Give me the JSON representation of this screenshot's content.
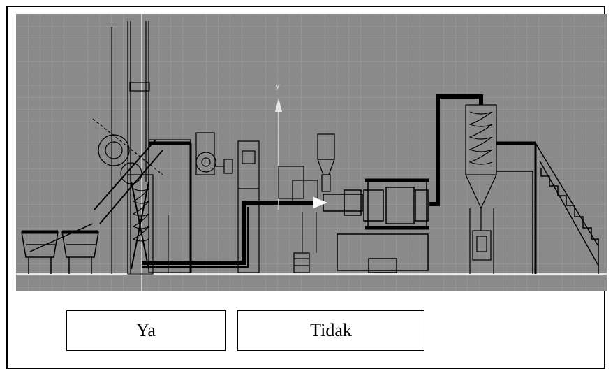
{
  "viewport": {
    "axis_label": "y",
    "background_color": "#8a8a8a",
    "grid_color": "#9e9e9e",
    "line_color": "#000000"
  },
  "buttons": {
    "yes_label": "Ya",
    "no_label": "Tidak"
  }
}
